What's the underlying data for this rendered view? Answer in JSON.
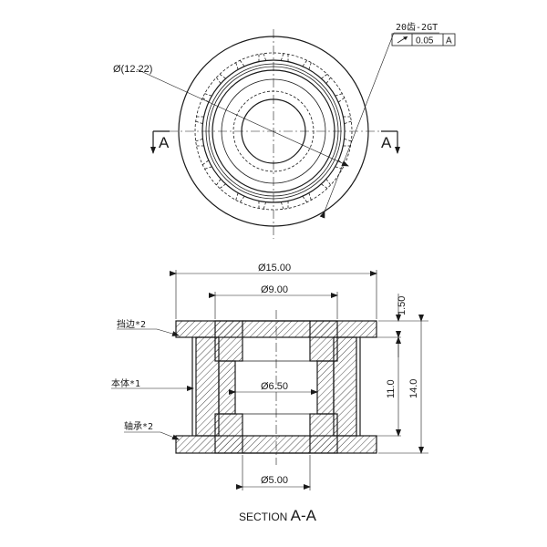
{
  "top_view": {
    "section_letter_left": "A",
    "section_letter_right": "A",
    "diameter_label": "Ø(12.22)",
    "tooth_label": "20齿-2GT",
    "gdt_value": "0.05",
    "gdt_datum": "A"
  },
  "section_view": {
    "dims": {
      "d_outer": "Ø15.00",
      "d_shoulder": "Ø9.00",
      "d_mid": "Ø6.50",
      "d_bore": "Ø5.00",
      "h_flange": "1.50",
      "h_body": "11.0",
      "h_total": "14.0"
    },
    "part_labels": {
      "flange": "挡边*2",
      "body": "本体*1",
      "bearing": "轴承*2"
    },
    "title_prefix": "SECTION ",
    "title_letters": "A-A"
  }
}
